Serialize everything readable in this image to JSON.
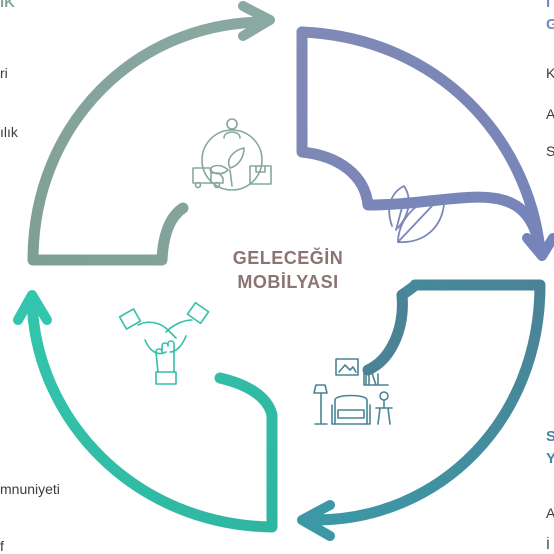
{
  "center": {
    "line1": "GELECEĞİN",
    "line2": "MOBİLYASI"
  },
  "left_edge_text": {
    "heading_fragment": "IK",
    "line1": "ri",
    "line2": "ılık",
    "line3": "mnuniyeti",
    "line4": "f"
  },
  "right_edge_text": {
    "heading_top_fragment": "I",
    "heading_top_line2": "G",
    "line1": "K",
    "line2": "A",
    "line3": "S",
    "heading_bottom_line1": "S",
    "heading_bottom_line2": "Y",
    "line4": "A",
    "line5": "İ"
  },
  "colors": {
    "arc_top_left": "#86a89c",
    "arc_top_right": "#7d86b8",
    "arc_bottom_right": "#3f8aa0",
    "arc_bottom_left": "#31c0a8",
    "title": "#8b7472"
  },
  "icons": [
    "supply-chain-icon",
    "leaf-icon",
    "furniture-room-icon",
    "teamwork-hands-icon"
  ]
}
